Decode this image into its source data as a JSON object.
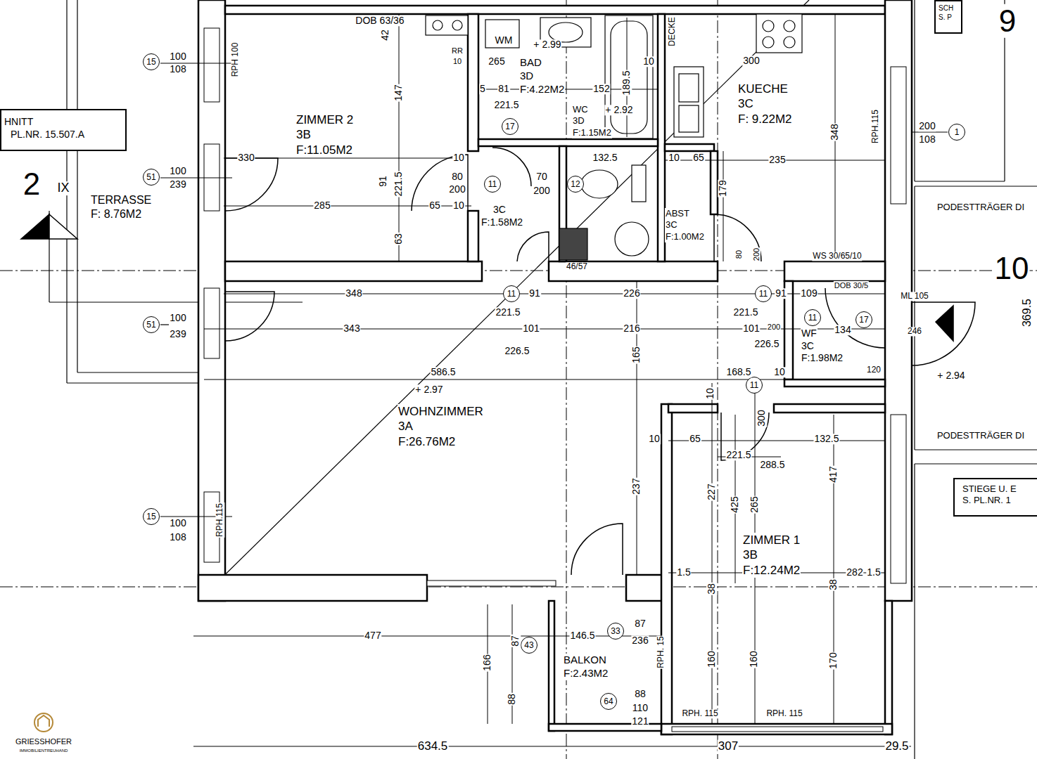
{
  "diagram": {
    "nodes": [
      {
        "text": [
          "TERRASSE",
          "F: 8.76M2"
        ]
      },
      {
        "text": [
          "ZIMMER 2",
          "3B",
          "F:11.05M2"
        ]
      },
      {
        "text": [
          "BAD",
          "3D",
          "F:4.22M2"
        ]
      },
      {
        "text": [
          "WC",
          "3D",
          "F:1.15M2"
        ]
      },
      {
        "text": [
          "3C",
          "F:1.58M2"
        ]
      },
      {
        "text": [
          "KUECHE",
          "3C",
          "F: 9.22M2"
        ]
      },
      {
        "text": [
          "ABST",
          "3C",
          "F:1.00M2"
        ]
      },
      {
        "text": [
          "WOHNZIMMER",
          "3A",
          "F:26.76M2"
        ]
      },
      {
        "text": [
          "WF",
          "3C",
          "F:1.98M2"
        ]
      },
      {
        "text": [
          "ZIMMER 1",
          "3B",
          "F:12.24M2"
        ]
      },
      {
        "text": [
          "BALKON",
          "F:2.43M2"
        ]
      },
      {
        "text": [
          "HNITT",
          "PL.NR. 15.507.A"
        ]
      },
      {
        "text": [
          "STIEGE U. E",
          "S. PL.NR. 1"
        ]
      },
      {
        "text": [
          "SCH",
          "S. P"
        ]
      },
      {
        "text": [
          "15"
        ]
      },
      {
        "text": [
          "51"
        ]
      },
      {
        "text": [
          "51"
        ]
      },
      {
        "text": [
          "15"
        ]
      },
      {
        "text": [
          "1"
        ]
      },
      {
        "text": [
          "17"
        ]
      },
      {
        "text": [
          "11"
        ]
      },
      {
        "text": [
          "12"
        ]
      },
      {
        "text": [
          "11"
        ]
      },
      {
        "text": [
          "11"
        ]
      },
      {
        "text": [
          "11"
        ]
      },
      {
        "text": [
          "17"
        ]
      },
      {
        "text": [
          "11"
        ]
      },
      {
        "text": [
          "43"
        ]
      },
      {
        "text": [
          "33"
        ]
      },
      {
        "text": [
          "64"
        ]
      }
    ],
    "labels": [
      "DOB 63/36",
      "42",
      "RR",
      "10",
      "WM",
      "265",
      "+ 2.99",
      "5",
      "81",
      "152",
      "221.5",
      "189.5",
      "10",
      "+ 2.92",
      "DECKE",
      "300",
      "348",
      "RPH.115",
      "200",
      "108",
      "10",
      "65",
      "235",
      "179",
      "WS 30/65/10",
      "9",
      "10",
      "369.5",
      "RPH 100",
      "100",
      "108",
      "100",
      "239",
      "100",
      "239",
      "100",
      "108",
      "RPH.115",
      "330",
      "285",
      "147",
      "91",
      "221.5",
      "63",
      "65",
      "10",
      "10",
      "80",
      "200",
      "70",
      "200",
      "132.5",
      "46/57",
      "348",
      "91",
      "226",
      "91",
      "109",
      "DOB 30/5",
      "221.5",
      "221.5",
      "ML 105",
      "246",
      "343",
      "101",
      "216",
      "101",
      "200",
      "134",
      "226.5",
      "226.5",
      "120",
      "586.5",
      "168.5",
      "10",
      "+ 2.97",
      "+ 2.94",
      "165",
      "237",
      "10",
      "10",
      "65",
      "132.5",
      "221.5",
      "288.5",
      "417",
      "227",
      "425",
      "265",
      "300",
      "1.5",
      "282",
      "1.5",
      "38",
      "38",
      "PODESTTRÄGER DI",
      "PODESTTRÄGER DI",
      "477",
      "146.5",
      "87",
      "236",
      "166",
      "87",
      "88",
      "RPH. 15",
      "160",
      "160",
      "170",
      "88",
      "110",
      "121",
      "RPH. 115",
      "RPH. 115",
      "634.5",
      "307",
      "29.5",
      "2",
      "IX",
      "GRIESSHOFER",
      "IMMOBILIENTREUHAND",
      "80",
      "200"
    ]
  }
}
